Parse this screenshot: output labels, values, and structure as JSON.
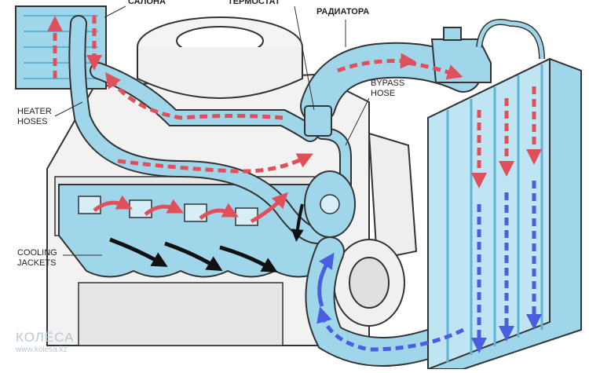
{
  "labels": {
    "salona": "САЛОНА",
    "termostat": "ТЕРМОСТАТ",
    "radiatora": "РАДИАТОРА",
    "heater_hoses": "HEATER\nHOSES",
    "bypass_hose": "BYPASS\nHOSE",
    "cooling_jackets": "COOLING\nJACKETS"
  },
  "watermark": {
    "brand": "КОЛЁСА",
    "site": "www.kolesa.kz"
  },
  "colors": {
    "coolant": "#9fd6ea",
    "coolant_dark": "#5fb3d6",
    "hot_arrow": "#e0505a",
    "cold_arrow": "#4a5fe0",
    "line": "#333333",
    "engine_fill": "#f2f2f2"
  }
}
